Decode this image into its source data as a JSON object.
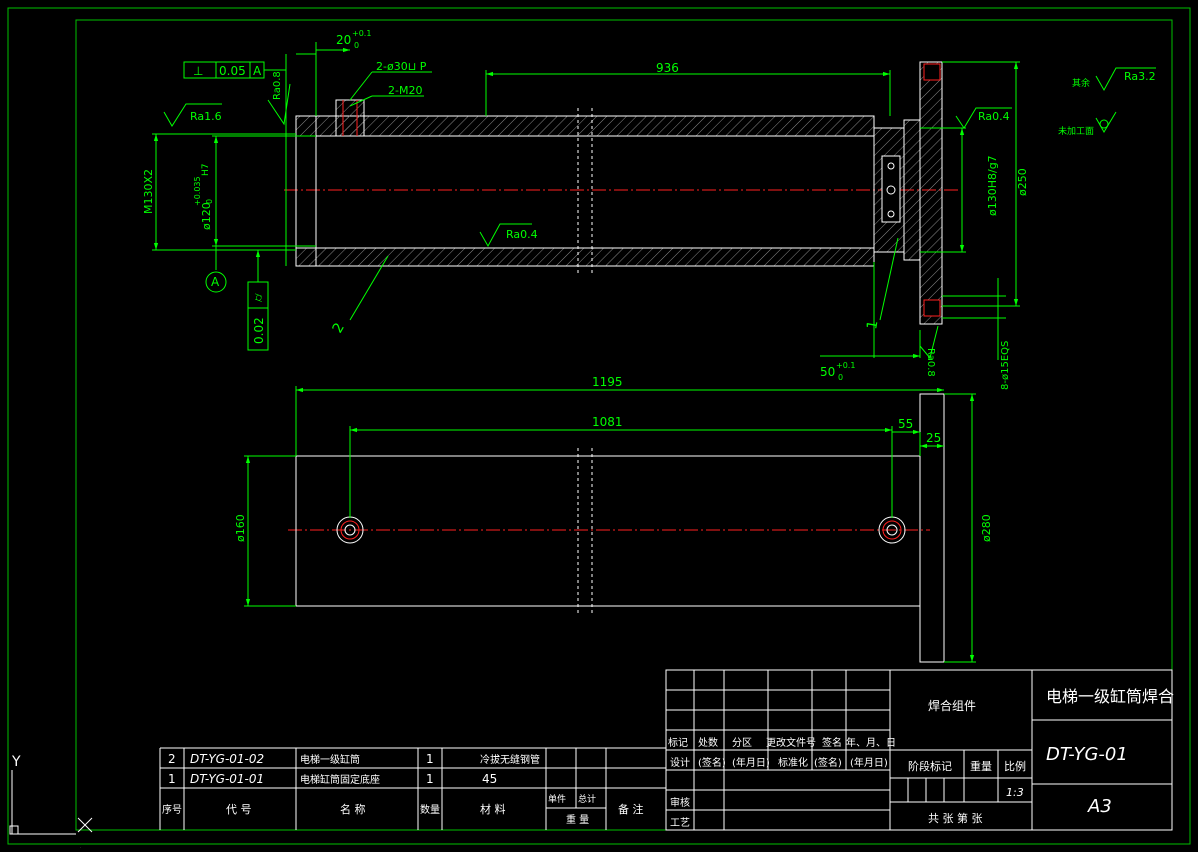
{
  "colors": {
    "background": "#000000",
    "frame": "#00c000",
    "outline": "#ffffff",
    "centerline": "#ff2020",
    "hatch": "#8a8a8a",
    "dim": "#00ff00",
    "text": "#00ff00"
  },
  "ucs": {
    "y_label": "Y",
    "x_label": "X"
  },
  "symbols": {
    "roughness_other": "Ra3.2",
    "other_label": "其余",
    "unmachined_label": "未加工面"
  },
  "top_view": {
    "perp_tolerance": {
      "symbol": "⊥",
      "value": "0.05",
      "datum": "A"
    },
    "dims": {
      "flange_thickness": "20",
      "flange_tol_upper": "+0.1",
      "flange_tol_lower": "0",
      "hole_note": "2-ø30⊔ P",
      "thread_note": "2-M20",
      "length": "936",
      "thread": "M130X2",
      "bore": "ø120",
      "bore_tol_upper": "+0.035",
      "bore_tol_fit": "H7",
      "bore_tol_lower": "0",
      "fit": "ø130H8/g7",
      "outer_flange": "ø250",
      "boss": "50",
      "boss_tol_upper": "+0.1",
      "boss_tol_lower": "0",
      "holes": "8-ø15EQS"
    },
    "roughness": [
      "Ra0.8",
      "Ra1.6",
      "Ra0.4",
      "Ra0.4",
      "Ra0.8"
    ],
    "datum": "A",
    "cyl_tolerance": {
      "symbol": "⌭",
      "value": "0.02"
    },
    "leaders": [
      "2",
      "1"
    ]
  },
  "bottom_view": {
    "dims": {
      "overall": "1195",
      "hole_spacing": "1081",
      "offset_55": "55",
      "flange_25": "25",
      "dia160": "ø160",
      "dia280": "ø280"
    }
  },
  "parts_list": {
    "rows": [
      {
        "no": "2",
        "code": "DT-YG-01-02",
        "name": "电梯一级缸筒",
        "qty": "1",
        "material": "冷拔无缝钢管"
      },
      {
        "no": "1",
        "code": "DT-YG-01-01",
        "name": "电梯缸筒固定底座",
        "qty": "1",
        "material": "45"
      }
    ],
    "header": {
      "no": "序号",
      "code": "代 号",
      "name": "名 称",
      "qty": "数量",
      "material": "材 料",
      "unit": "单件",
      "total": "总计",
      "weight": "重 量",
      "remark": "备 注"
    }
  },
  "title_block": {
    "part_type": "焊合组件",
    "title": "电梯一级缸筒焊合",
    "drawing_no": "DT-YG-01",
    "size": "A3",
    "scale_label": "比例",
    "weight_label": "重量",
    "stage_label": "阶段标记",
    "scale": "1:3",
    "sheet_text": "共 张 第 张",
    "rev_headers": [
      "标记",
      "处数",
      "分区",
      "更改文件号",
      "签名",
      "年、月、日"
    ],
    "sign_row": [
      "设计",
      "(签名)",
      "(年月日)",
      "标准化",
      "(签名)",
      "(年月日)"
    ],
    "review": "审核",
    "process": "工艺"
  }
}
